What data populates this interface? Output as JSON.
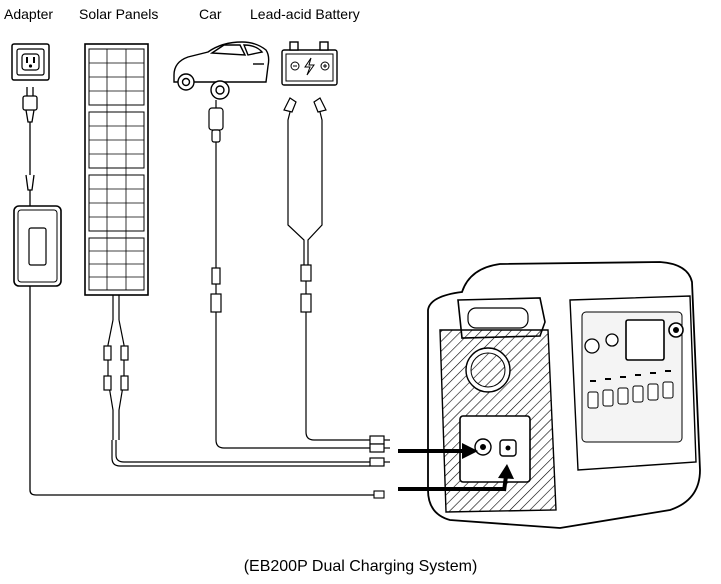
{
  "labels": {
    "adapter": "Adapter",
    "solar_panels": "Solar Panels",
    "car": "Car",
    "battery": "Lead-acid Battery"
  },
  "caption": "(EB200P Dual Charging System)",
  "icons": [
    "wall-outlet-icon",
    "solar-panel-icon",
    "car-icon",
    "lead-acid-battery-icon",
    "power-adapter-icon",
    "power-station-icon",
    "arrow-right-icon"
  ],
  "colors": {
    "stroke": "#000000",
    "background": "#ffffff",
    "panel_fill": "#f4f4f4"
  }
}
